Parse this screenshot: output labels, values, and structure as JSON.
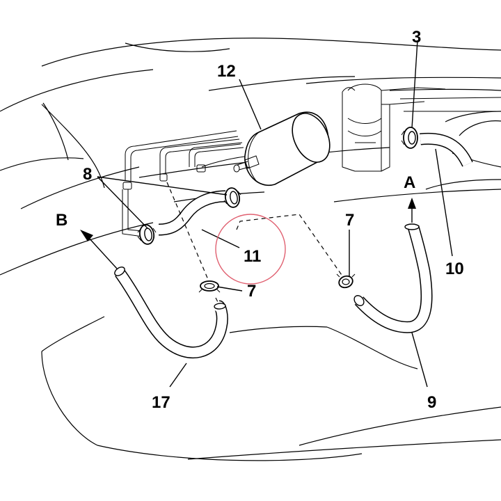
{
  "callouts": {
    "filter": "12",
    "clamps_8": "8",
    "hose_11": "11",
    "clamp_7_left": "7",
    "clamp_7_right": "7",
    "hose_17": "17",
    "hose_9": "9",
    "arrow_a": "A",
    "arrow_b": "B",
    "part_10_partial": "10",
    "part_top_partial": "3"
  },
  "highlight_color": "#e06070"
}
